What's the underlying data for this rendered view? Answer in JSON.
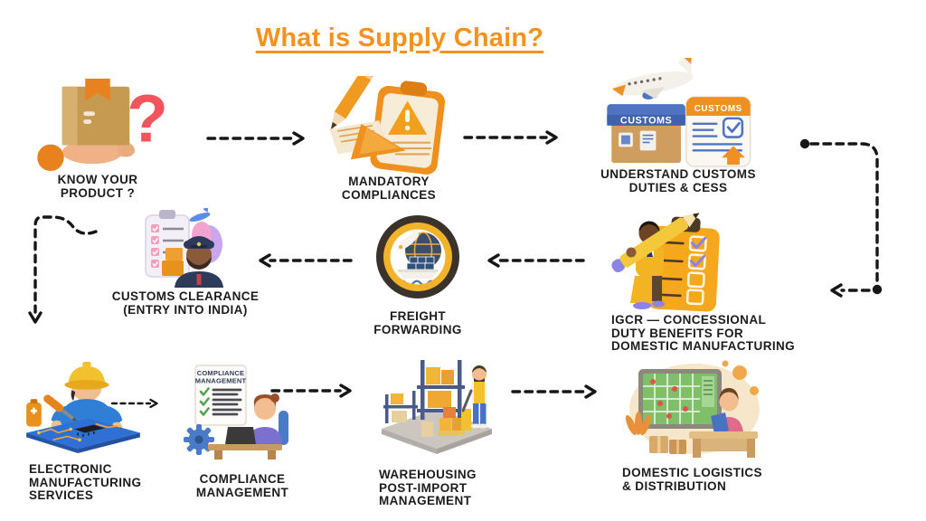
{
  "title": "What is Supply Chain?",
  "colors": {
    "accent_orange": "#F5921E",
    "label_text": "#1C1C1C",
    "arrow_black": "#161616",
    "badge_ring_yellow": "#F2B229",
    "badge_ring_dark": "#3A332B"
  },
  "nodes": [
    {
      "id": "know-your-product",
      "icon": "box-in-hand-question-icon",
      "lines": [
        "KNOW YOUR",
        "PRODUCT ?"
      ]
    },
    {
      "id": "mandatory-compliances",
      "icon": "clipboard-warning-icon",
      "lines": [
        "MANDATORY",
        "COMPLIANCES"
      ]
    },
    {
      "id": "understand-customs-duties",
      "icon": "customs-box-document-plane-icon",
      "lines": [
        "UNDERSTAND CUSTOMS",
        "DUTIES & CESS"
      ],
      "icon_texts": {
        "box_label": "CUSTOMS",
        "doc_label": "CUSTOMS"
      }
    },
    {
      "id": "customs-clearance",
      "icon": "customs-officer-checklist-icon",
      "lines": [
        "CUSTOMS CLEARANCE",
        "(ENTRY INTO INDIA)"
      ]
    },
    {
      "id": "freight-forwarding",
      "icon": "ship-globe-badge-icon",
      "lines": [
        "FREIGHT",
        "FORWARDING"
      ]
    },
    {
      "id": "igcr-concessional-duty",
      "icon": "inspector-pencil-checklist-icon",
      "lines": [
        "IGCR — CONCESSIONAL",
        "DUTY BENEFITS FOR",
        "DOMESTIC MANUFACTURING"
      ]
    },
    {
      "id": "electronic-manufacturing-services",
      "icon": "pcb-soldering-worker-icon",
      "lines": [
        "ELECTRONIC",
        "MANUFACTURING",
        "SERVICES"
      ]
    },
    {
      "id": "compliance-management",
      "icon": "compliance-board-desk-icon",
      "lines": [
        "COMPLIANCE",
        "MANAGEMENT"
      ],
      "icon_texts": {
        "board_line1": "COMPLIANCE",
        "board_line2": "MANAGEMENT"
      }
    },
    {
      "id": "warehousing-post-import",
      "icon": "warehouse-racks-worker-icon",
      "lines": [
        "WAREHOUSING",
        "POST-IMPORT",
        "MANAGEMENT"
      ]
    },
    {
      "id": "domestic-logistics-distribution",
      "icon": "logistics-map-desk-icon",
      "lines": [
        "DOMESTIC LOGISTICS",
        "& DISTRIBUTION"
      ]
    }
  ]
}
